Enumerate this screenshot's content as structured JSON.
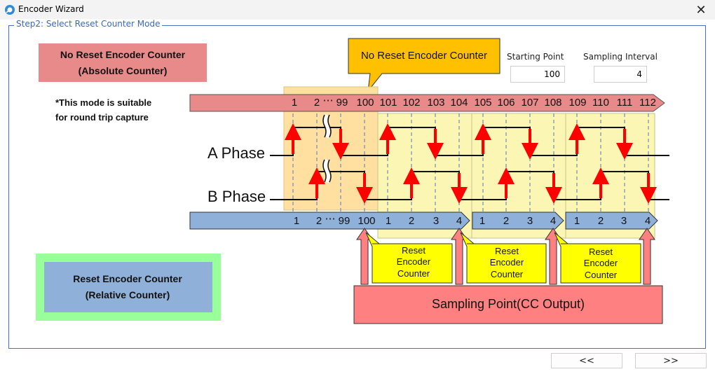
{
  "window": {
    "title": "Encoder Wizard",
    "close_glyph": "✕",
    "icon": "encoder-app-icon"
  },
  "step": {
    "legend": "Step2: Select Reset Counter Mode"
  },
  "fields": {
    "starting_point": {
      "label": "Starting Point",
      "value": "100"
    },
    "sampling_interval": {
      "label": "Sampling Interval",
      "value": "4"
    }
  },
  "diagram": {
    "no_reset_box": {
      "line1": "No Reset Encoder Counter",
      "line2": "(Absolute Counter)"
    },
    "note": {
      "line1": "*This mode is suitable",
      "line2": "for round trip capture"
    },
    "callout": "No Reset Encoder Counter",
    "absolute_counts": [
      "1",
      "2",
      "⋯",
      "99",
      "100",
      "101",
      "102",
      "103",
      "104",
      "105",
      "106",
      "107",
      "108",
      "109",
      "110",
      "111",
      "112"
    ],
    "a_phase": "A Phase",
    "b_phase": "B Phase",
    "relative_counts_first": [
      "1",
      "2",
      "⋯",
      "99",
      "100",
      "1",
      "2",
      "3",
      "4"
    ],
    "relative_counts_group": [
      "1",
      "2",
      "3",
      "4"
    ],
    "reset_box": {
      "line1": "Reset Encoder Counter",
      "line2": "(Relative Counter)"
    },
    "reset_callout": {
      "line1": "Reset",
      "line2": "Encoder",
      "line3": "Counter"
    },
    "sampling_point": "Sampling Point(CC Output)"
  },
  "nav": {
    "back_label": "<<",
    "next_label": ">>"
  },
  "colors": {
    "salmon": "#e98a8a",
    "blue_bar": "#8fb0d8",
    "yellow": "#ffff00",
    "callout_orange": "#ffc000",
    "shade_orange": "#ffe0a0",
    "shade_yellow": "#fbf6b4",
    "green": "#99ff99",
    "red": "#ff0000",
    "accent": "#3a66c8"
  }
}
